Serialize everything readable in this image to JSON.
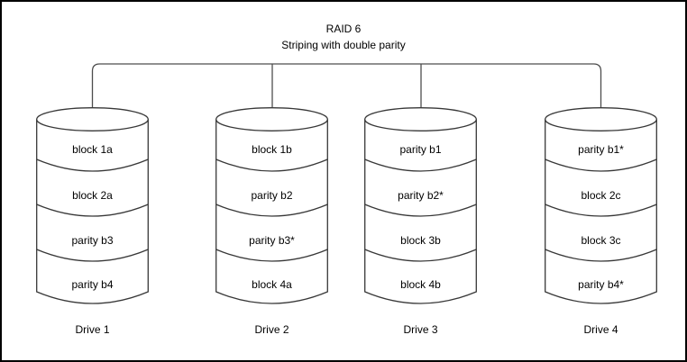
{
  "title": {
    "line1": "RAID 6",
    "line2": "Striping with double parity"
  },
  "drives": [
    {
      "name": "Drive 1",
      "blocks": [
        "block 1a",
        "block 2a",
        "parity b3",
        "parity b4"
      ]
    },
    {
      "name": "Drive 2",
      "blocks": [
        "block 1b",
        "parity b2",
        "parity b3*",
        "block 4a"
      ]
    },
    {
      "name": "Drive 3",
      "blocks": [
        "parity b1",
        "parity b2*",
        "block 3b",
        "block 4b"
      ]
    },
    {
      "name": "Drive 4",
      "blocks": [
        "parity b1*",
        "block 2c",
        "block 3c",
        "parity b4*"
      ]
    }
  ],
  "colors": {
    "background": "#ffffff",
    "border": "#000000",
    "shape_stroke": "#383838",
    "connector_stroke": "#4d4d4d",
    "text": "#000000"
  }
}
